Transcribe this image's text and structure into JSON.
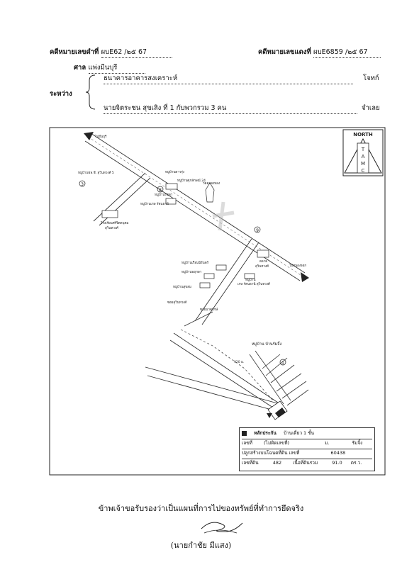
{
  "header": {
    "black_case_label": "คดีหมายเลขดำที่",
    "black_case_value": "ผบE62 /๒๕ 67",
    "red_case_label": "คดีหมายเลขแดงที่",
    "red_case_value": "ผบE6859 /๒๕ 67",
    "court_label": "ศาล",
    "court_value": "แพ่งมีนบุรี",
    "between_label": "ระหว่าง",
    "plaintiff": "ธนาคารอาคารสงเคราะห์",
    "plaintiff_role": "โจทก์",
    "defendant": "นายจิตระชน สุขเสิง ที่ 1 กับพวกรวม 3 คน",
    "defendant_role": "จำเลย"
  },
  "map": {
    "north_label": "NORTH",
    "compass_letters": [
      "T",
      "A",
      "M",
      "C"
    ],
    "labels": {
      "road_top_left": "ไปมีนบุรี",
      "road_right": "ไปหนองจอก",
      "village_left": "หมู่บ้านชล.ชี. สุวินทวงศ์ 5",
      "village_right_1": "หมู่บ้านดาวรุ่ง",
      "village_right_2": "หมู่บ้านศุภลักษณ์ 24",
      "temple": "วัดคลองหลง",
      "school_1": "โรงเรียนศรีจิตตนุคม",
      "school_2": "สุวินทวงศ์",
      "market_1": "ตลาด",
      "market_2": "สุวินทวงศ์",
      "village_project_1": "หมู่บ้านรัชดา",
      "village_project_2": "หมู่บ้านเกษ รัตนธานี",
      "village_a": "หมู่บ้านเรือนนิรันดร์",
      "village_b": "หมู่บ้านพฤกษา",
      "village_c": "หมู่บ้านสุขสม",
      "village_d": "หมู่บ้าน",
      "village_e": "เกษ รัตนธานี สุวินทวงศ์",
      "soi_1": "ซอยสุวินทวงศ์",
      "soi_2": "ซอยนาครักษ์",
      "distance": "920 ม.",
      "target_village": "หมู่บ้าน บ้านรัมจิ้ง",
      "marker_3": "3",
      "marker_8": "8",
      "marker_9": "9",
      "marker_1": "1"
    }
  },
  "legend": {
    "title": "หลักประกัน",
    "type": "บ้านเดี่ยว 1 ชั้น",
    "number_label": "เลขที่",
    "number_value": "(ไม่ติดเลขที่)",
    "moo_label": "ม.",
    "village_value": "รัมจิ้ง",
    "built_on_label": "ปลูกสร้างบนโฉนดที่ดิน เลขที่",
    "deed_number": "60438",
    "land_no_label": "เลขที่ดิน",
    "land_no_value": "482",
    "area_label": "เนื้อที่ดินรวม",
    "area_value": "91.0",
    "area_unit": "ตร.ว."
  },
  "footer": {
    "certification": "ข้าพเจ้าขอรับรองว่าเป็นแผนที่การไปของทรัพย์ที่ทำการยึดจริง",
    "signer": "(นายกำชัย มีแสง)"
  }
}
